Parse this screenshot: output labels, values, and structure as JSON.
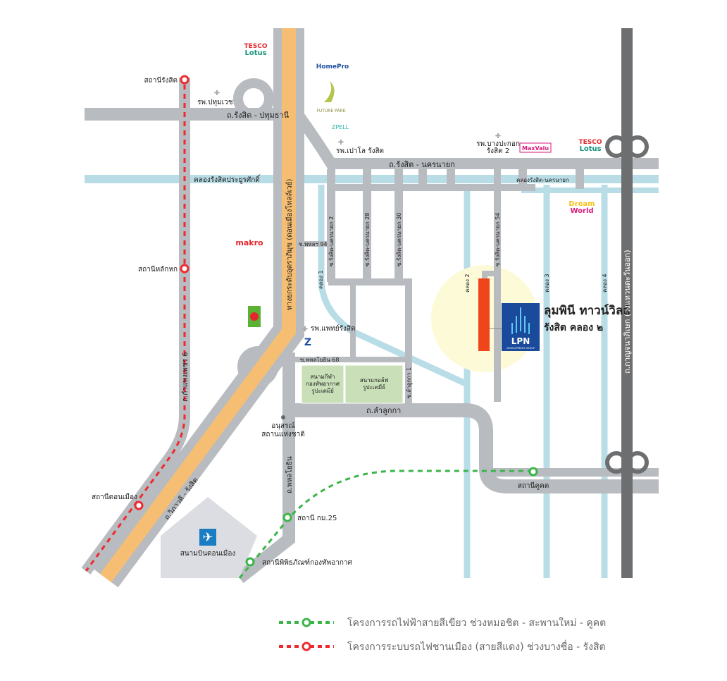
{
  "colors": {
    "road": "#b8bbbf",
    "highway": "#f5be73",
    "canal": "#b9dde6",
    "expressway": "#6d6e70",
    "green_line": "#3bb54a",
    "red_line": "#ee2a2f",
    "project": "#f0451a",
    "lpn": "#1a4a9c",
    "park": "#c9dfb8"
  },
  "roads": {
    "rangsit_pathum": "ถ.รังสิต - ปทุมธานี",
    "rangsit_nakhon_nayok": "ถ.รังสิต - นครนายก",
    "vibhavadi_tollway": "ทางยกระดับอุตราภิมุข (ดอนเมืองโทลล์เวย์)",
    "kamphaeng_phet_6": "ถ.กำแพงเพชร 6",
    "vibhavadi_rangsit": "ถ.วิภาวดี - รังสิต",
    "phaholyothin": "ถ.พหลโยธิน",
    "lam_luk_ka": "ถ.ลำลูกกา",
    "kanchanaphisek": "ถ.กาญจนาภิเษก (วงแหวนตะวันออก)",
    "soi_phahon_94": "ซ.พหลฯ 94",
    "soi_phahon_68": "ซ.พหลโยธิน 68",
    "soi_nn_2": "ซ.รังสิต-นครนายก 2",
    "soi_nn_28": "ซ.รังสิต-นครนายก 28",
    "soi_nn_30": "ซ.รังสิต-นครนายก 30",
    "soi_nn_54": "ซ.รังสิต-นครนายก 54",
    "soi_lam_luk_ka_1": "ซ.ลำลูกกา 1"
  },
  "canals": {
    "rangsit_prayoonsak": "คลองรังสิตประยูรศักดิ์",
    "rangsit_nakhon_nayok": "คลองรังสิต-นครนายก",
    "khlong1": "คลอง 1",
    "khlong2": "คลอง 2",
    "khlong3": "คลอง 3",
    "khlong4": "คลอง 4"
  },
  "places": {
    "hosp_pathumvech": "รพ.ปทุมเวช",
    "hosp_paolo": "รพ.เปาโล รังสิต",
    "hosp_bangpakok_1": "รพ.บางปะกอก",
    "hosp_bangpakok_2": "รังสิต 2",
    "hosp_phaet": "รพ.แพทย์รังสิต",
    "monument_1": "อนุสรณ์",
    "monument_2": "สถานแห่งชาติ",
    "airport": "สนามบินดอนเมือง",
    "stadium": [
      "สนามกีฬา",
      "กองทัพอากาศ",
      "รูปะเตมีย์"
    ],
    "golf": [
      "สนามกอล์ฟ",
      "รูปะเตมีย์"
    ]
  },
  "stations": {
    "rangsit": "สถานีรังสิต",
    "lak_hok": "สถานีหลักหก",
    "don_mueang": "สถานีดอนเมือง",
    "km25": "สถานี กม.25",
    "museum": "สถานีพิพิธภัณฑ์กองทัพอากาศ",
    "khu_khot": "สถานีคูคต"
  },
  "brands": {
    "tesco_1": "TESCO",
    "tesco_2": "Lotus",
    "homepro": "HomePro",
    "future_park": "FUTURE PARK",
    "zpell": "ZPELL",
    "maxvalu": "MaxValu",
    "makro": "makro",
    "dream_1": "Dream",
    "dream_2": "World",
    "lpn": "LPN",
    "lpn_sub": "DEVELOPMENT GROUP"
  },
  "project": {
    "name": "ลุมพินี ทาวน์วิลล์",
    "sub": "รังสิต คลอง ๒"
  },
  "legend": [
    {
      "label": "โครงการรถไฟฟ้าสายสีเขียว ช่วงหมอชิต - สะพานใหม่ - คูคต",
      "color": "#3bb54a"
    },
    {
      "label": "โครงการระบบรถไฟชานเมือง (สายสีแดง) ช่วงบางซื่อ - รังสิต",
      "color": "#ee2a2f"
    }
  ]
}
